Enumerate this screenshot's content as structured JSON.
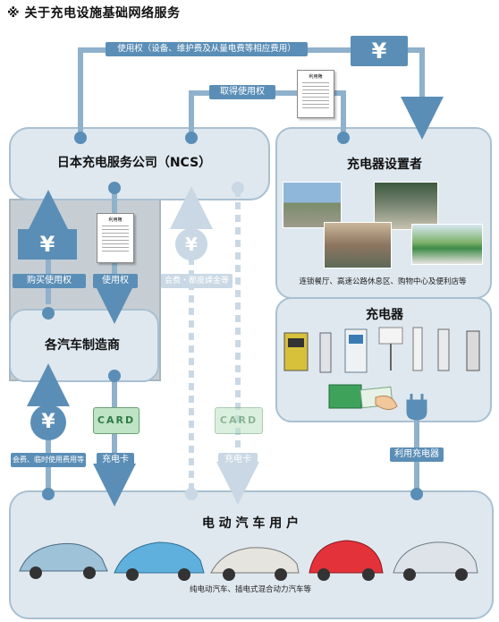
{
  "title": "※ 关于充电设施基础网络服务",
  "ncs": {
    "label": "日本充电服务公司（NCS）"
  },
  "installer": {
    "label": "充电器设置者",
    "caption": "连锁餐厅、高速公路休息区、购物中心及便利店等"
  },
  "charger": {
    "label": "充电器"
  },
  "makers": {
    "label": "各汽车制造商"
  },
  "users": {
    "label": "电 动 汽 车 用 户",
    "caption": "纯电动汽车、插电式混合动力汽车等"
  },
  "flows": {
    "usage_rights_fee": "使用权（设备、维护费及从量电费等相应费用）",
    "acquire_rights": "取得使用权",
    "buy_rights": "购买使用权",
    "usage_rights": "使用权",
    "membership_fee": "会费・都度課金等",
    "fees_maker": "会费、临时使用费用等",
    "charge_card_1": "充电卡",
    "charge_card_2": "充电卡",
    "use_charger": "利用充电器"
  },
  "symbols": {
    "yen": "¥",
    "card": "CARD",
    "doc_title": "利用権"
  },
  "colors": {
    "accent": "#5b8eb6",
    "box_bg": "#dfe8ef",
    "panel_gray": "#c6ced4",
    "card_green": "#bfe3c5"
  }
}
